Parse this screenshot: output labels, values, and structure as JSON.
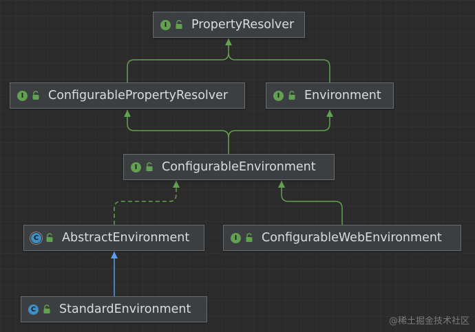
{
  "colors": {
    "background": "#2b2b2b",
    "node_fill": "#3c3f41",
    "node_border": "#6b6e70",
    "extends_edge": "#62a14f",
    "class_inheritance_edge": "#5aa0f0",
    "interface_icon": "#62a14f",
    "class_icon": "#3f8fc4"
  },
  "nodes": [
    {
      "id": "PropertyResolver",
      "label": "PropertyResolver",
      "kind": "interface",
      "icon_letter": "I"
    },
    {
      "id": "ConfigurablePropertyResolver",
      "label": "ConfigurablePropertyResolver",
      "kind": "interface",
      "icon_letter": "I"
    },
    {
      "id": "Environment",
      "label": "Environment",
      "kind": "interface",
      "icon_letter": "I"
    },
    {
      "id": "ConfigurableEnvironment",
      "label": "ConfigurableEnvironment",
      "kind": "interface",
      "icon_letter": "I"
    },
    {
      "id": "AbstractEnvironment",
      "label": "AbstractEnvironment",
      "kind": "abstract-class",
      "icon_letter": "C"
    },
    {
      "id": "ConfigurableWebEnvironment",
      "label": "ConfigurableWebEnvironment",
      "kind": "interface",
      "icon_letter": "I"
    },
    {
      "id": "StandardEnvironment",
      "label": "StandardEnvironment",
      "kind": "class",
      "icon_letter": "C"
    }
  ],
  "edges": [
    {
      "from": "ConfigurablePropertyResolver",
      "to": "PropertyResolver",
      "type": "extends"
    },
    {
      "from": "Environment",
      "to": "PropertyResolver",
      "type": "extends"
    },
    {
      "from": "ConfigurableEnvironment",
      "to": "ConfigurablePropertyResolver",
      "type": "extends"
    },
    {
      "from": "ConfigurableEnvironment",
      "to": "Environment",
      "type": "extends"
    },
    {
      "from": "AbstractEnvironment",
      "to": "ConfigurableEnvironment",
      "type": "implements"
    },
    {
      "from": "ConfigurableWebEnvironment",
      "to": "ConfigurableEnvironment",
      "type": "extends"
    },
    {
      "from": "StandardEnvironment",
      "to": "AbstractEnvironment",
      "type": "class-extends"
    }
  ],
  "watermark": "@稀土掘金技术社区"
}
